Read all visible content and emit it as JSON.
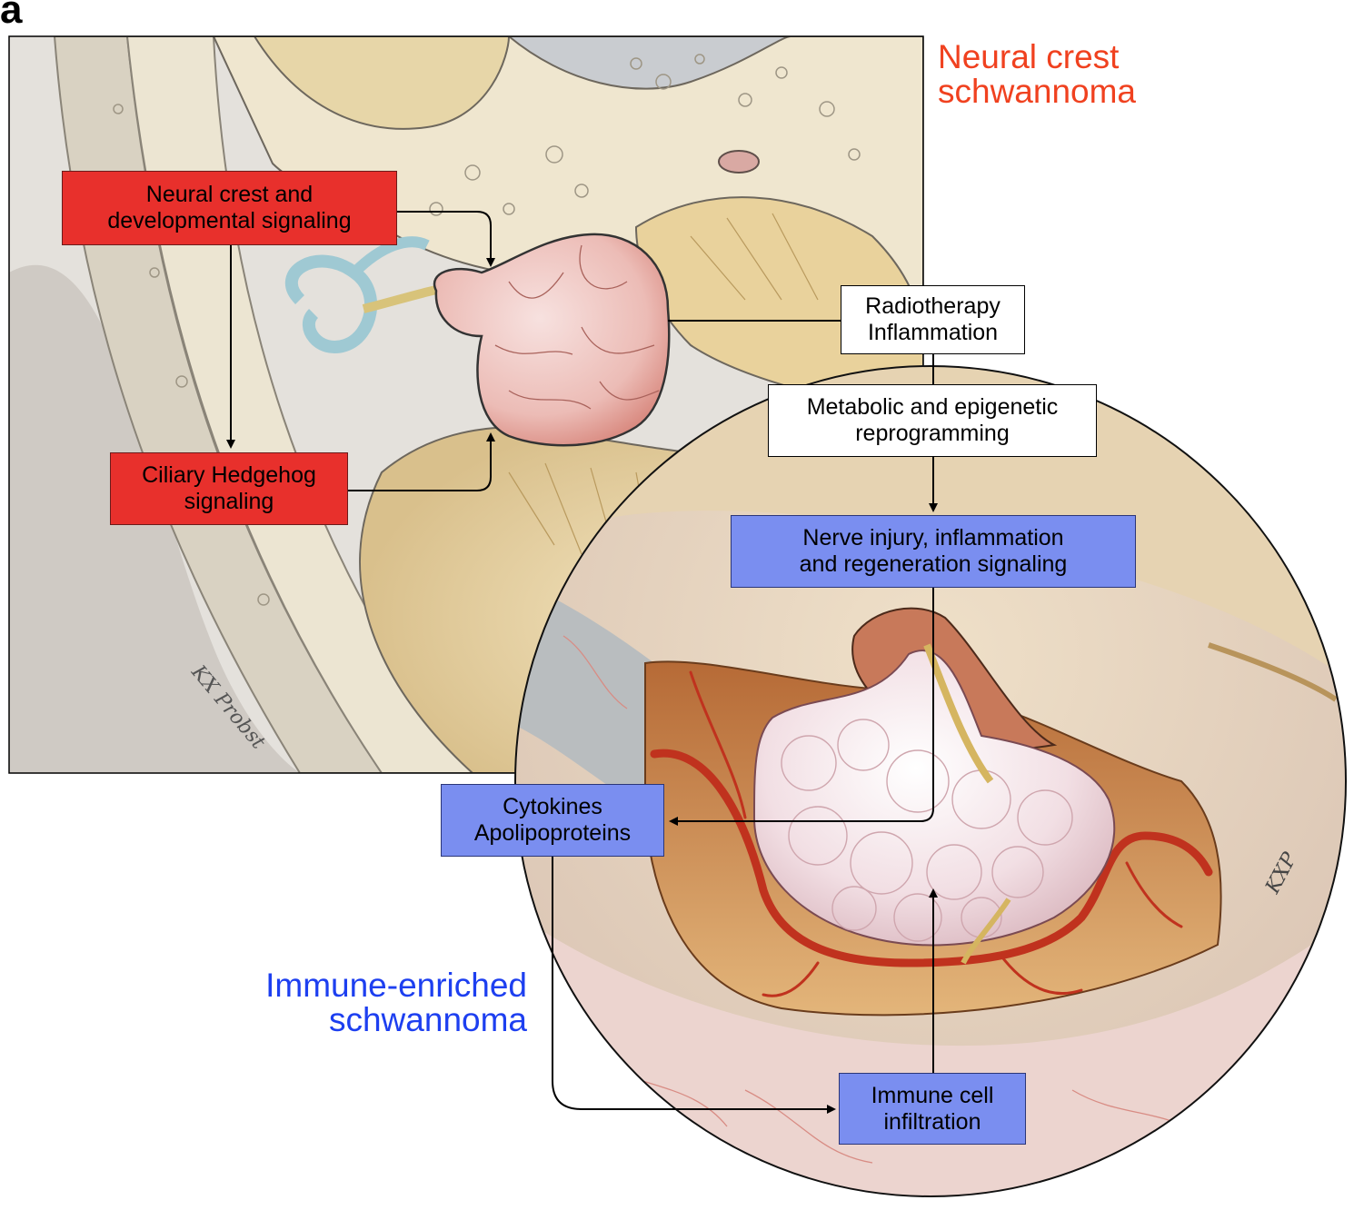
{
  "figure": {
    "panel_label": "a",
    "subtypes": {
      "neural_crest": [
        "Neural crest",
        "schwannoma"
      ],
      "immune_enriched": [
        "Immune-enriched",
        "schwannoma"
      ]
    },
    "colors": {
      "neural_crest": "#f0411f",
      "immune_enriched": "#1d3ff0",
      "red_box": "#e8302c",
      "blue_box": "#7a8ef0"
    }
  },
  "boxes": {
    "neural_crest_signaling": [
      "Neural crest and",
      "developmental signaling"
    ],
    "ciliary_hedgehog": [
      "Ciliary Hedgehog",
      "signaling"
    ],
    "radiotherapy": [
      "Radiotherapy",
      "Inflammation"
    ],
    "metabolic": [
      "Metabolic and epigenetic",
      "reprogramming"
    ],
    "nerve_injury": [
      "Nerve injury, inflammation",
      "and regeneration signaling"
    ],
    "cytokines": [
      "Cytokines",
      "Apolipoproteins"
    ],
    "immune_cell": [
      "Immune cell",
      "infiltration"
    ]
  }
}
